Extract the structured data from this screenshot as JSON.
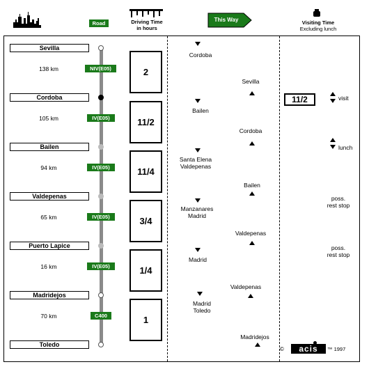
{
  "header": {
    "road_label": "Road",
    "driving_time_line1": "Driving Time",
    "driving_time_line2": "in hours",
    "this_way_label": "This Way",
    "visiting_time_line1": "Visiting Time",
    "visiting_time_line2": "Excluding lunch"
  },
  "route": [
    {
      "city": "Sevilla"
    },
    {
      "city": "Cordoba"
    },
    {
      "city": "Bailen"
    },
    {
      "city": "Valdepenas"
    },
    {
      "city": "Puerto Lapice"
    },
    {
      "city": "Madridejos"
    },
    {
      "city": "Toledo"
    }
  ],
  "segments": [
    {
      "km": "138 km",
      "road": "NIV(E05)",
      "hours": "2"
    },
    {
      "km": "105 km",
      "road": "IV(E05)",
      "hours": "11/2"
    },
    {
      "km": "94 km",
      "road": "IV(E05)",
      "hours": "11/4"
    },
    {
      "km": "65 km",
      "road": "IV(E05)",
      "hours": "3/4"
    },
    {
      "km": "16 km",
      "road": "IV(E05)",
      "hours": "1/4"
    },
    {
      "km": "70 km",
      "road": "C400",
      "hours": "1"
    }
  ],
  "direction": {
    "toward": [
      {
        "label1": "Cordoba",
        "label2": ""
      },
      {
        "label1": "Bailen",
        "label2": ""
      },
      {
        "label1": "Santa Elena",
        "label2": "Valdepenas"
      },
      {
        "label1": "Manzanares",
        "label2": "Madrid"
      },
      {
        "label1": "Madrid",
        "label2": ""
      },
      {
        "label1": "Madrid",
        "label2": "Toledo"
      }
    ],
    "back": [
      "Sevilla",
      "Cordoba",
      "Bailen",
      "Valdepenas",
      "Valdepenas",
      "Madridejos"
    ]
  },
  "visiting": {
    "visit_time": "11/2",
    "visit_label": "visit",
    "lunch_label": "lunch",
    "rest1_line1": "poss.",
    "rest1_line2": "rest stop",
    "rest2_line1": "poss.",
    "rest2_line2": "rest stop"
  },
  "footer": {
    "copyright": "©",
    "brand": "acis",
    "trademark": "™ 1997"
  }
}
